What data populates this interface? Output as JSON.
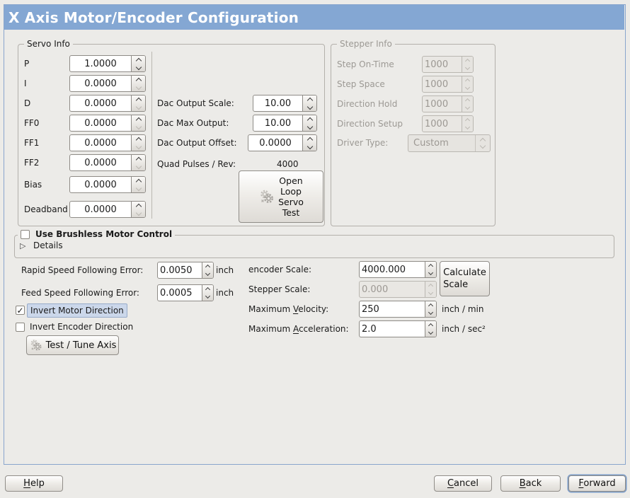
{
  "icons": {
    "check": "✓",
    "expander": "▷"
  },
  "window": {
    "title": "X Axis Motor/Encoder Configuration",
    "titlebar_color": "#84a7d3"
  },
  "servo": {
    "title": "Servo Info",
    "params": [
      {
        "label": "P",
        "value": "1.0000",
        "down_disabled": false
      },
      {
        "label": "I",
        "value": "0.0000",
        "down_disabled": true
      },
      {
        "label": "D",
        "value": "0.0000",
        "down_disabled": true
      },
      {
        "label": "FF0",
        "value": "0.0000",
        "down_disabled": true
      },
      {
        "label": "FF1",
        "value": "0.0000",
        "down_disabled": true
      },
      {
        "label": "FF2",
        "value": "0.0000",
        "down_disabled": true
      },
      {
        "label": "Bias",
        "value": "0.0000",
        "down_disabled": true
      },
      {
        "label": "Deadband",
        "value": "0.0000",
        "down_disabled": true
      }
    ],
    "dac": [
      {
        "label": "Dac Output Scale:",
        "value": "10.00"
      },
      {
        "label": "Dac Max Output:",
        "value": "10.00"
      },
      {
        "label": "Dac Output Offset:",
        "value": "0.0000"
      }
    ],
    "quad_label": "Quad Pulses / Rev:",
    "quad_value": "4000",
    "open_loop_button": "Open\nLoop\nServo\nTest"
  },
  "stepper": {
    "title": "Stepper Info",
    "params": [
      {
        "label": "Step On-Time",
        "value": "1000"
      },
      {
        "label": "Step Space",
        "value": "1000"
      },
      {
        "label": "Direction Hold",
        "value": "1000"
      },
      {
        "label": "Direction Setup",
        "value": "1000"
      }
    ],
    "driver_label": "Driver Type:",
    "driver_value": "Custom"
  },
  "brushless": {
    "checkbox_label": "Use Brushless Motor Control",
    "details_label": "Details"
  },
  "ferror": {
    "rapid": {
      "label": "Rapid Speed Following Error:",
      "value": "0.0050",
      "unit": "inch"
    },
    "feed": {
      "label": "Feed Speed Following Error:",
      "value": "0.0005",
      "unit": "inch"
    }
  },
  "scale": {
    "encoder": {
      "label": "encoder Scale:",
      "value": "4000.000"
    },
    "calculate_button": "Calculate\nScale",
    "stepper": {
      "label": "Stepper Scale:",
      "value": "0.000"
    },
    "velocity": {
      "pre": "Maximum ",
      "key": "V",
      "post": "elocity:",
      "value": "250",
      "unit": "inch / min"
    },
    "accel": {
      "pre": "Maximum ",
      "key": "A",
      "post": "cceleration:",
      "value": "2.0",
      "unit": "inch / sec²"
    }
  },
  "invert": {
    "motor": {
      "label": "Invert Motor Direction",
      "checked": true
    },
    "encoder": {
      "label": "Invert Encoder Direction",
      "checked": false
    }
  },
  "test_tune_button": "Test / Tune Axis",
  "footer": {
    "help": {
      "pre": "",
      "key": "H",
      "post": "elp"
    },
    "cancel": {
      "pre": "",
      "key": "C",
      "post": "ancel"
    },
    "back": {
      "pre": "",
      "key": "B",
      "post": "ack"
    },
    "forward": {
      "pre": "",
      "key": "F",
      "post": "orward"
    }
  }
}
